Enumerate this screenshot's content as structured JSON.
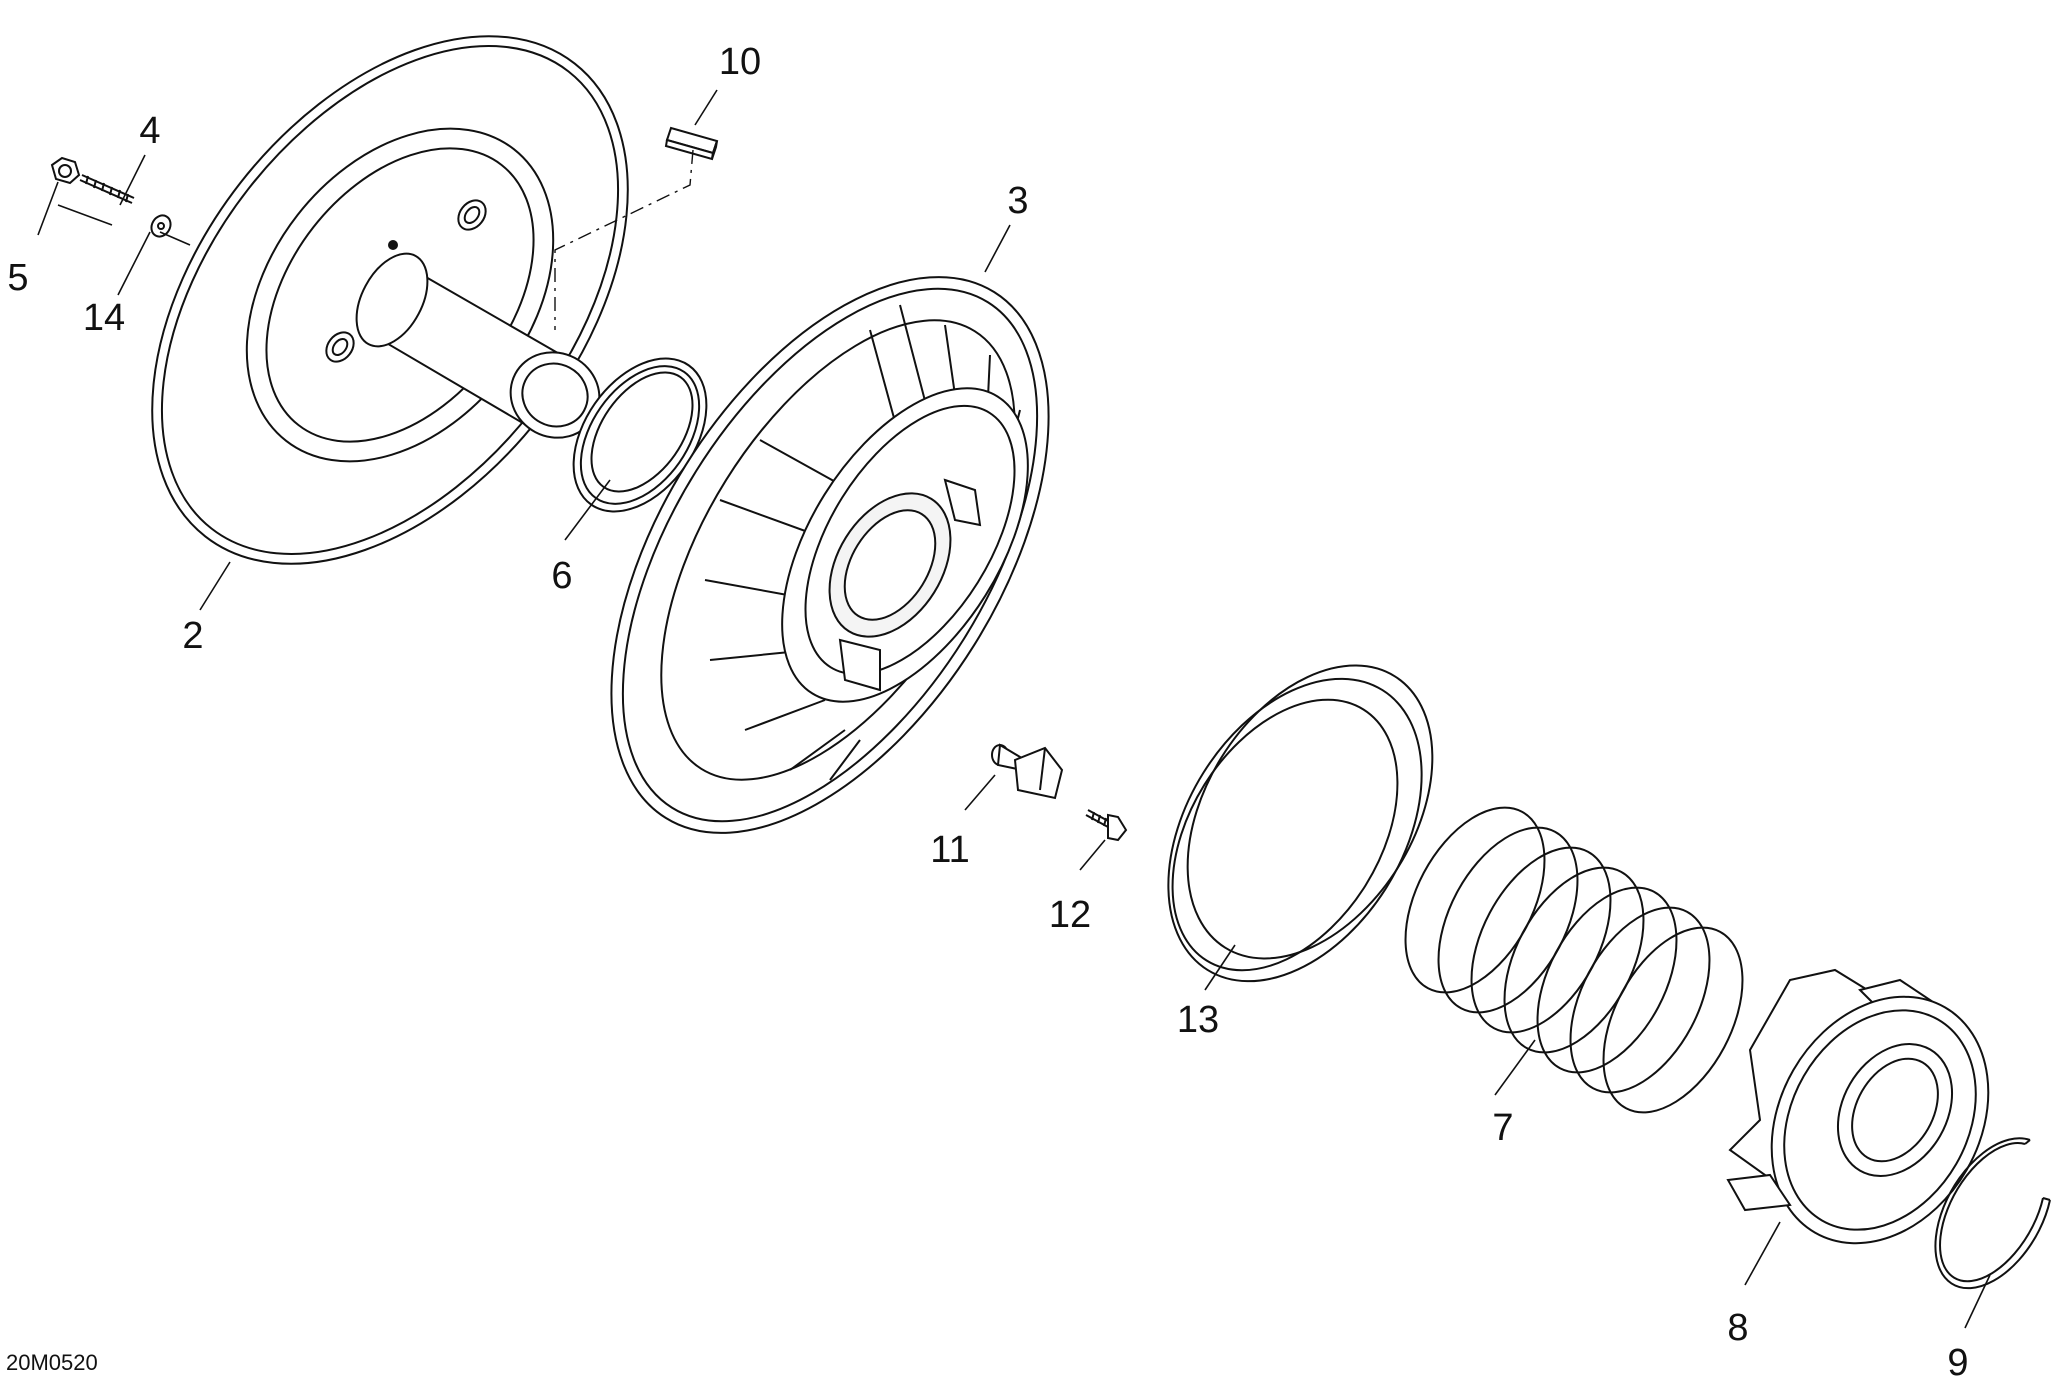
{
  "diagram": {
    "reference_code": "20M0520",
    "parts": [
      {
        "number": "2",
        "name": "fixed-sheave"
      },
      {
        "number": "3",
        "name": "sliding-sheave"
      },
      {
        "number": "4",
        "name": "screw"
      },
      {
        "number": "5",
        "name": "nut"
      },
      {
        "number": "6",
        "name": "washer"
      },
      {
        "number": "7",
        "name": "spring"
      },
      {
        "number": "8",
        "name": "cam"
      },
      {
        "number": "9",
        "name": "retaining-ring"
      },
      {
        "number": "10",
        "name": "key"
      },
      {
        "number": "11",
        "name": "slider-shoe"
      },
      {
        "number": "12",
        "name": "bolt"
      },
      {
        "number": "13",
        "name": "ring"
      },
      {
        "number": "14",
        "name": "lock-washer"
      }
    ]
  }
}
